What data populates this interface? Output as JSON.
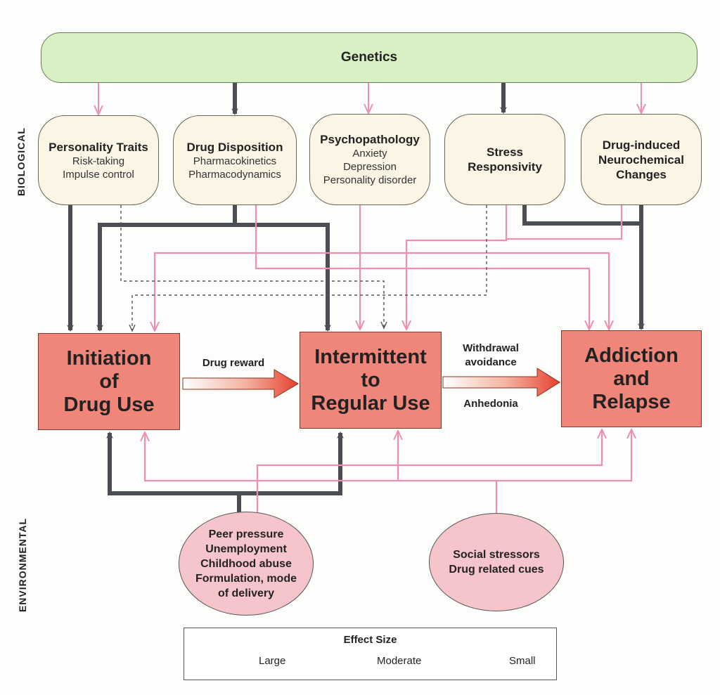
{
  "genetics": "Genetics",
  "side_labels": {
    "biological": "BIOLOGICAL",
    "environmental": "ENVIRONMENTAL"
  },
  "factors": {
    "personality": {
      "title": "Personality Traits",
      "lines": [
        "Risk-taking",
        "Impulse control"
      ]
    },
    "disposition": {
      "title": "Drug Disposition",
      "lines": [
        "Pharmacokinetics",
        "Pharmacodynamics"
      ]
    },
    "psychopathology": {
      "title": "Psychopathology",
      "lines": [
        "Anxiety",
        "Depression",
        "Personality disorder"
      ]
    },
    "stress": {
      "title_lines": [
        "Stress",
        "Responsivity"
      ]
    },
    "neurochem": {
      "title_lines": [
        "Drug-induced",
        "Neurochemical",
        "Changes"
      ]
    }
  },
  "stages": {
    "initiation": [
      "Initiation",
      "of",
      "Drug Use"
    ],
    "regular": [
      "Intermittent",
      "to",
      "Regular Use"
    ],
    "addiction": [
      "Addiction",
      "and",
      "Relapse"
    ]
  },
  "transitions": {
    "first": "Drug reward",
    "second_top": [
      "Withdrawal",
      "avoidance"
    ],
    "second_bottom": "Anhedonia"
  },
  "environment": {
    "early": [
      "Peer pressure",
      "Unemployment",
      "Childhood abuse",
      "Formulation, mode",
      "of delivery"
    ],
    "late": [
      "Social stressors",
      "Drug related cues"
    ]
  },
  "legend": {
    "title": "Effect Size",
    "large": "Large",
    "moderate": "Moderate",
    "small": "Small"
  },
  "colors": {
    "large": "#4a4e52",
    "moderate": "#ef8fb0",
    "small": "#555555",
    "genetics_fill": "#d9f0c4",
    "factor_fill": "#fbf5e6",
    "stage_fill": "#f0857a",
    "environment_fill": "#f6c5cc",
    "reward_arrow": "#e8402e"
  }
}
